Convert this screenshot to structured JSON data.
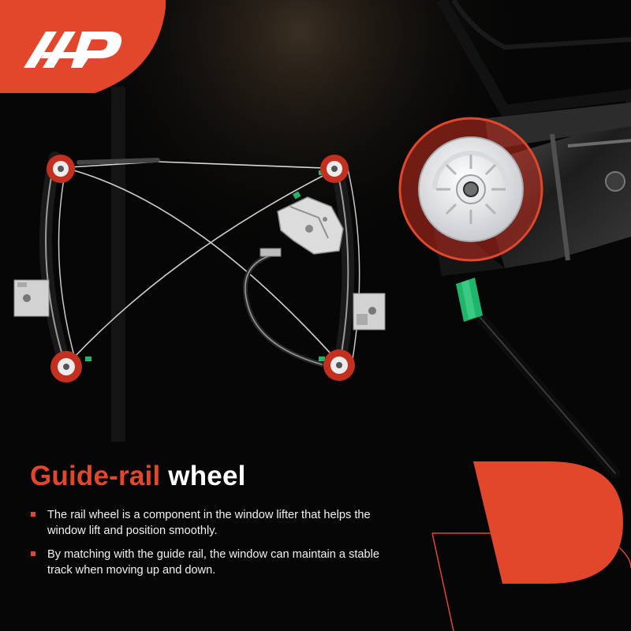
{
  "brand": {
    "logo_text": "A-P",
    "accent_color": "#e2472c"
  },
  "headline": {
    "accent": "Guide-rail",
    "rest": " wheel"
  },
  "bullets": [
    {
      "text": "The rail wheel is a component in the window lifter that helps the window lift and position smoothly."
    },
    {
      "text": "By matching with the guide rail, the window can maintain a stable track when moving up and down."
    }
  ],
  "images": {
    "product": "window regulator assembly with four guide-rail wheels highlighted in red",
    "closeup": "close-up of white guide-rail wheel with green cable sleeve"
  },
  "colors": {
    "background": "#050505",
    "highlight": "#e2472c",
    "sleeve": "#1fb66b"
  }
}
